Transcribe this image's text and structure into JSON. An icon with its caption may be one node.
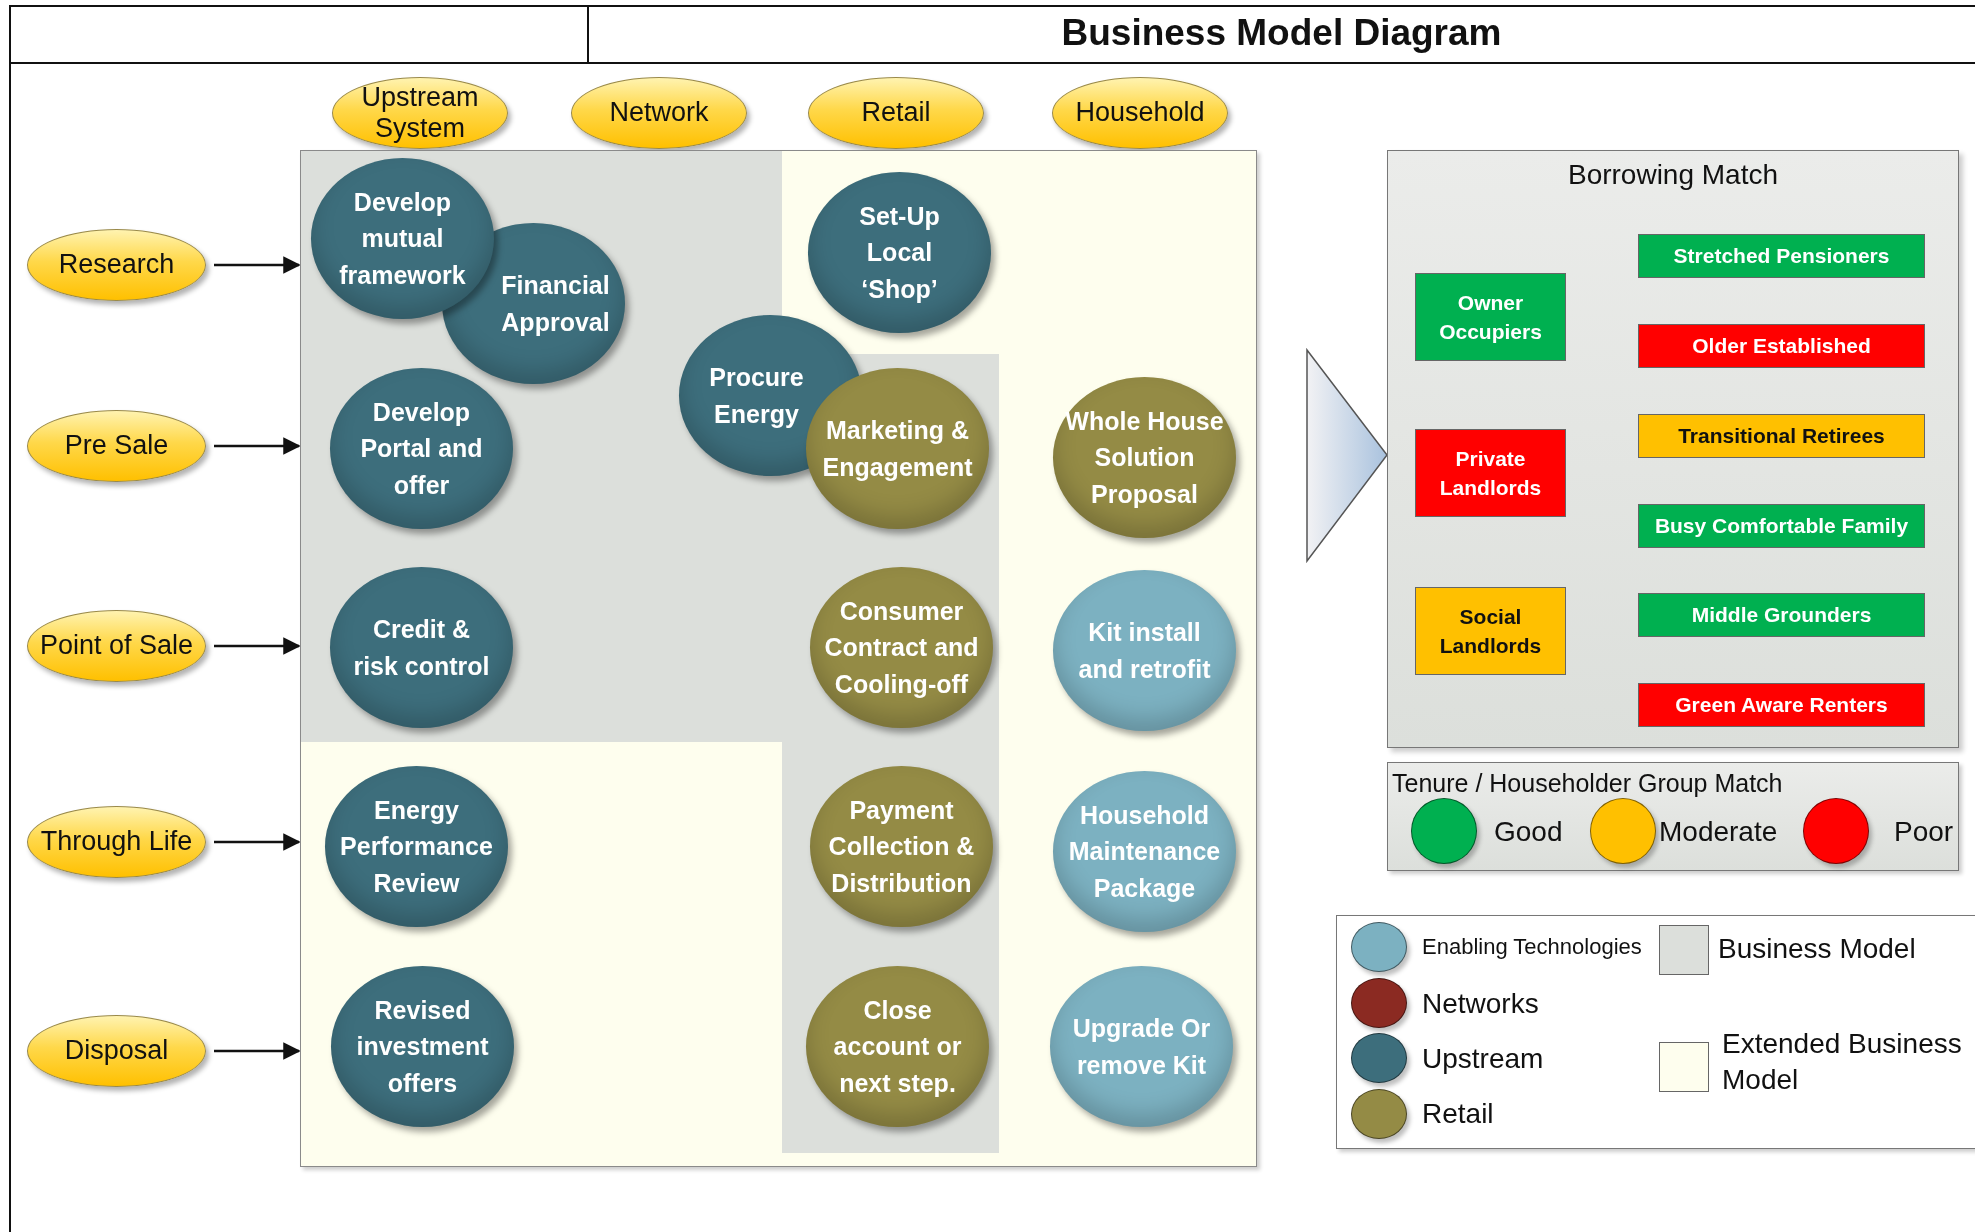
{
  "diagram": {
    "title": "Business Model Diagram",
    "nodes": [
      {
        "text": [
          "Upstream System"
        ]
      },
      {
        "text": [
          "Network"
        ]
      },
      {
        "text": [
          "Retail"
        ]
      },
      {
        "text": [
          "Household"
        ]
      },
      {
        "text": [],
        "shape": "box"
      },
      {
        "text": [
          "Develop mutual framework"
        ],
        "in": 4
      },
      {
        "text": [
          "Financial Approval"
        ],
        "in": 4
      },
      {
        "text": [
          "Set-Up Local ‘Shop’"
        ],
        "in": 4
      },
      {
        "text": [
          "Procure Energy"
        ],
        "in": 4
      },
      {
        "text": [
          "Develop Portal and offer"
        ],
        "in": 4
      },
      {
        "text": [
          "Marketing & Engagement"
        ],
        "in": 4
      },
      {
        "text": [
          "Whole House Solution Proposal"
        ],
        "in": 4
      },
      {
        "text": [
          "Credit & risk control"
        ],
        "in": 4
      },
      {
        "text": [
          "Consumer Contract and Cooling-off"
        ],
        "in": 4
      },
      {
        "text": [
          "Kit install and retrofit"
        ],
        "in": 4
      },
      {
        "text": [
          "Energy Performance Review"
        ],
        "in": 4
      },
      {
        "text": [
          "Payment Collection & Distribution"
        ],
        "in": 4
      },
      {
        "text": [
          "Household Maintenance Package"
        ],
        "in": 4
      },
      {
        "text": [
          "Revised investment offers"
        ],
        "in": 4
      },
      {
        "text": [
          "Close account or next step."
        ],
        "in": 4
      },
      {
        "text": [
          "Upgrade Or remove Kit"
        ],
        "in": 4
      },
      {
        "text": [
          "Research"
        ]
      },
      {
        "text": [
          "Pre Sale"
        ]
      },
      {
        "text": [
          "Point of Sale"
        ]
      },
      {
        "text": [
          "Through Life"
        ]
      },
      {
        "text": [
          "Disposal"
        ]
      },
      {
        "text": [
          "Borrowing Match"
        ]
      },
      {
        "text": [
          "Stretched Pensioners"
        ],
        "in": 26
      },
      {
        "text": [
          "Owner Occupiers"
        ],
        "in": 26
      },
      {
        "text": [
          "Older Established"
        ],
        "in": 26
      },
      {
        "text": [
          "Transitional Retirees"
        ],
        "in": 26
      },
      {
        "text": [
          "Private Landlords"
        ],
        "in": 26
      },
      {
        "text": [
          "Busy Comfortable Family"
        ],
        "in": 26
      },
      {
        "text": [
          "Social Landlords"
        ],
        "in": 26
      },
      {
        "text": [
          "Middle Grounders"
        ],
        "in": 26
      },
      {
        "text": [
          "Green Aware Renters"
        ],
        "in": 26
      }
    ],
    "edges": [
      {
        "from": 21,
        "to": 4,
        "arrow": "to"
      },
      {
        "from": 22,
        "to": 4,
        "arrow": "to"
      },
      {
        "from": 23,
        "to": 4,
        "arrow": "to"
      },
      {
        "from": 24,
        "to": 4,
        "arrow": "to"
      },
      {
        "from": 25,
        "to": 4,
        "arrow": "to"
      },
      {
        "from": 4,
        "to": 26,
        "arrow": "to"
      }
    ],
    "labels": [
      "Tenure / Householder Group Match"
    ],
    "legend": [
      {
        "text": "Good",
        "color": "#00b050"
      },
      {
        "text": "Moderate",
        "color": "#ffc000"
      },
      {
        "text": "Poor",
        "color": "#ff0000"
      },
      {
        "text": "Enabling Technologies",
        "color": "#7cb1c1"
      },
      {
        "text": "Networks",
        "color": "#8b2a22"
      },
      {
        "text": "Upstream",
        "color": "#3d6e7c"
      },
      {
        "text": "Retail",
        "color": "#948b45"
      },
      {
        "text": "Business Model",
        "color": "#dcdfdb"
      },
      {
        "text": "Extended Business Model",
        "color": "#fefeee"
      }
    ]
  }
}
